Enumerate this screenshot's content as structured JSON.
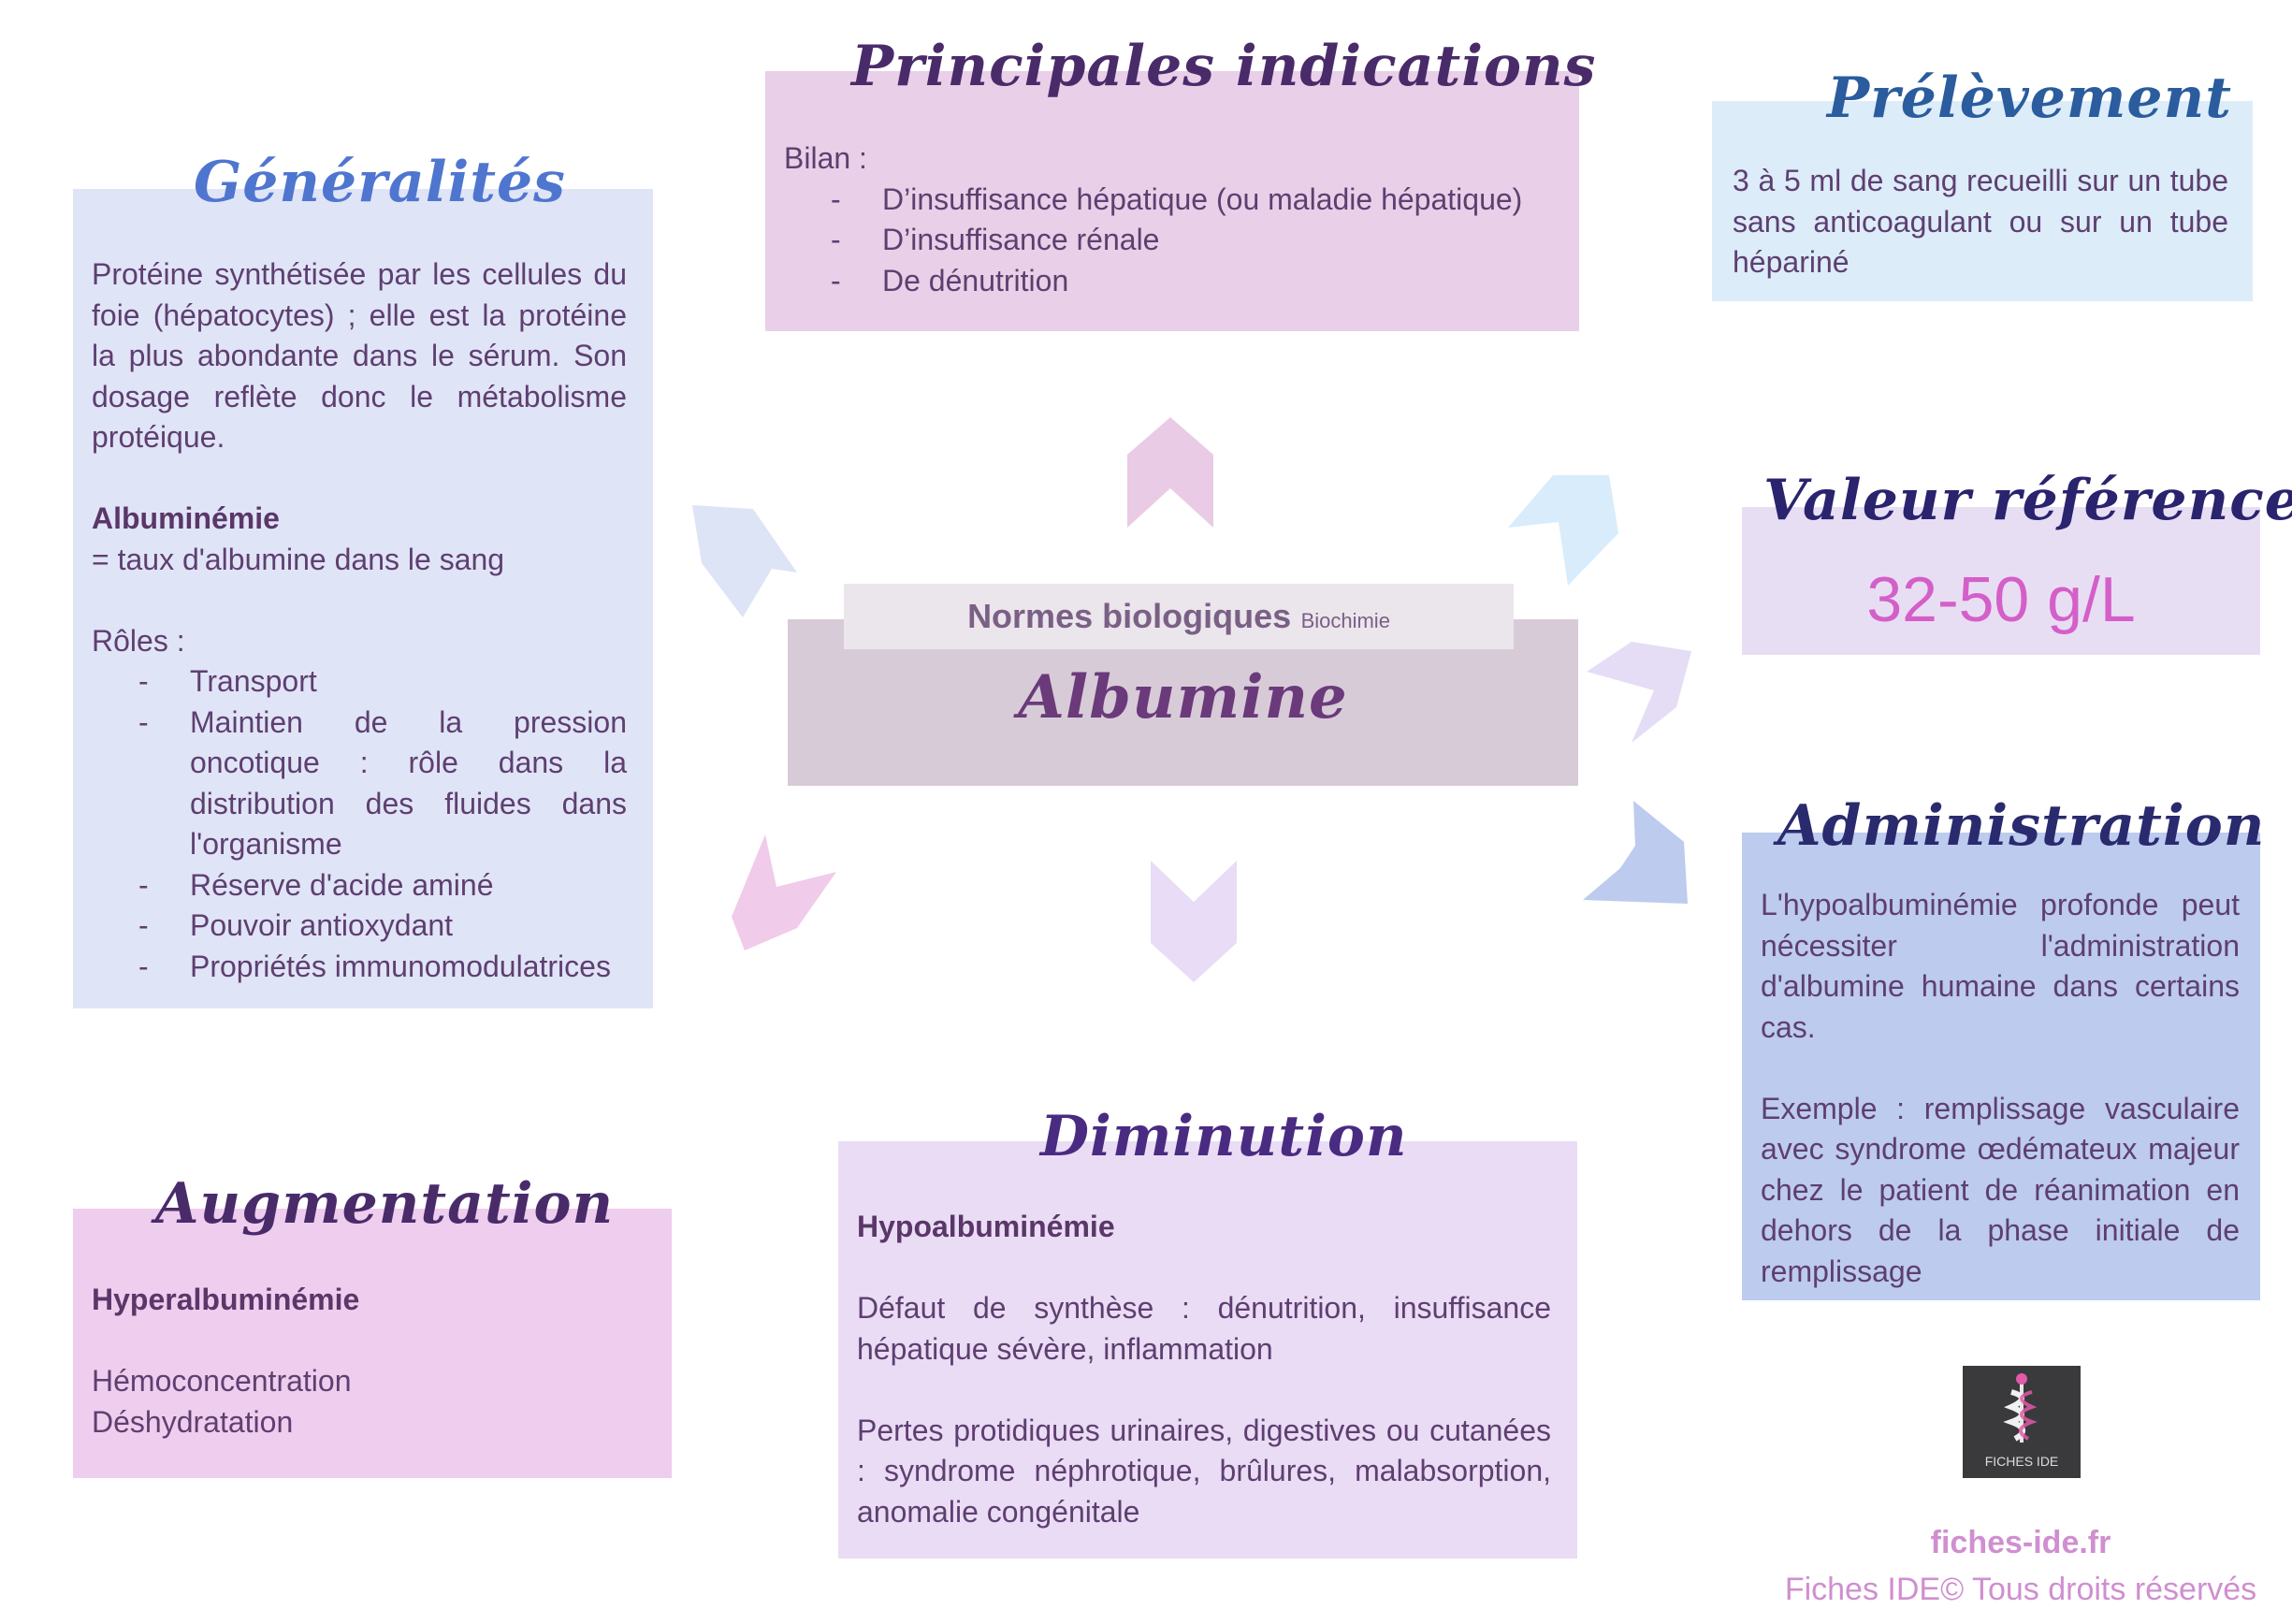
{
  "central": {
    "header": "Normes biologiques",
    "header_small": "Biochimie",
    "title": "Albumine"
  },
  "generalites": {
    "title": "Généralités",
    "intro": "Protéine synthétisée par les cellules du foie (hépatocytes) ; elle est la protéine la plus abondante dans le sérum. Son dosage reflète donc le métabolisme protéique.",
    "term": "Albuminémie",
    "definition": "= taux d'albumine dans le sang",
    "roles_label": "Rôles :",
    "roles": [
      "Transport",
      "Maintien de la pression oncotique : rôle dans la distribution des fluides dans l'organisme",
      "Réserve d'acide aminé",
      "Pouvoir antioxydant",
      "Propriétés immunomodulatrices"
    ]
  },
  "indications": {
    "title": "Principales indications",
    "lead": "Bilan :",
    "items": [
      "D’insuffisance hépatique (ou maladie hépatique)",
      "D’insuffisance rénale",
      "De dénutrition"
    ]
  },
  "prelevement": {
    "title": "Prélèvement",
    "text": "3 à 5 ml de sang recueilli sur un tube sans anticoagulant ou sur un tube hépariné"
  },
  "valeur": {
    "title": "Valeur référence",
    "value": "32-50 g/L"
  },
  "administration": {
    "title": "Administration",
    "p1": "L'hypoalbuminémie profonde peut nécessiter l'administration d'albumine humaine dans certains cas.",
    "p2": "Exemple : remplissage vasculaire avec syndrome œdémateux majeur chez le patient de réanimation en dehors de la phase initiale de remplissage"
  },
  "augmentation": {
    "title": "Augmentation",
    "term": "Hyperalbuminémie",
    "lines": [
      "Hémoconcentration",
      "Déshydratation"
    ]
  },
  "diminution": {
    "title": "Diminution",
    "term": "Hypoalbuminémie",
    "p1": "Défaut de synthèse : dénutrition, insuffisance hépatique sévère, inflammation",
    "p2": "Pertes protidiques urinaires, digestives ou cutanées : syndrome néphrotique, brûlures, malabsorption, anomalie congénitale"
  },
  "footer": {
    "logo_text": "FICHES IDE",
    "site": "fiches-ide.fr",
    "rights": "Fiches IDE© Tous droits réservés"
  },
  "colors": {
    "generalites_bg": "#e0e4f7",
    "indications_bg": "#e9cfe8",
    "prelevement_bg": "#dcecf9",
    "valeur_bg": "#e8def4",
    "administration_bg": "#bccbee",
    "augmentation_bg": "#efcdee",
    "diminution_bg": "#eadcf5",
    "central_bg": "#d8cbd8",
    "central_header_bg": "#ebe5ec",
    "value_color": "#d45fc8",
    "title_dark": "#4a2b82",
    "title_blue": "#4f76cf",
    "title_teal": "#2a5c9e"
  }
}
